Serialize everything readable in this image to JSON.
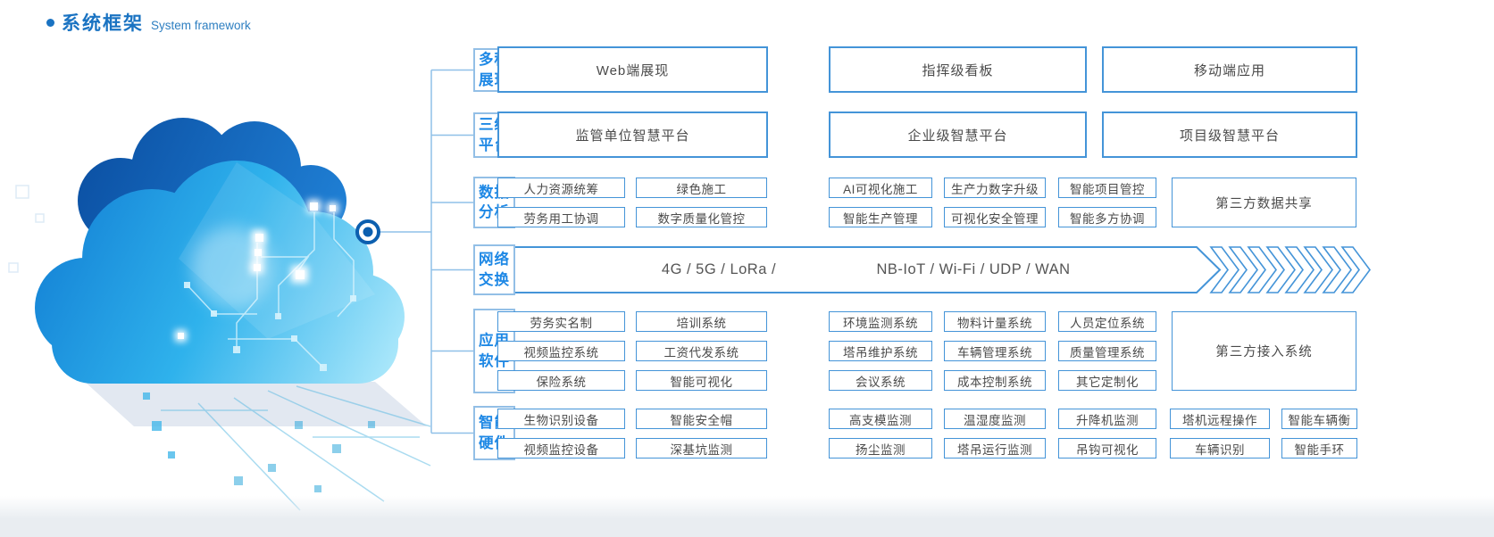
{
  "title": {
    "zh": "系统框架",
    "en": "System framework"
  },
  "colors": {
    "accent_blue": "#1a73c2",
    "category_blue": "#1e88e5",
    "box_border_blue": "#4494d8",
    "connector_blue": "#8fc0e8",
    "node_blue": "#0c5faf"
  },
  "icons": {
    "bullet": "dot-icon",
    "connector_node": "ring-dot-icon",
    "network_flow": "chevron-arrows-icon",
    "cloud": "circuit-cloud-illustration"
  },
  "sections": {
    "display": {
      "label_line1": "多种",
      "label_line2": "展现",
      "boxes": [
        "Web端展现",
        "指挥级看板",
        "移动端应用"
      ]
    },
    "platform": {
      "label_line1": "三级",
      "label_line2": "平台",
      "boxes": [
        "监管单位智慧平台",
        "企业级智慧平台",
        "项目级智慧平台"
      ]
    },
    "data_analysis": {
      "label_line1": "数据",
      "label_line2": "分析",
      "grid": [
        [
          "人力资源统筹",
          "绿色施工",
          "AI可视化施工",
          "生产力数字升级",
          "智能项目管控"
        ],
        [
          "劳务用工协调",
          "数字质量化管控",
          "智能生产管理",
          "可视化安全管理",
          "智能多方协调"
        ]
      ],
      "side_box": "第三方数据共享"
    },
    "network": {
      "label_line1": "网络",
      "label_line2": "交换",
      "band_left": "4G / 5G / LoRa /",
      "band_right": "NB-IoT / Wi-Fi / UDP / WAN"
    },
    "software": {
      "label_line1": "应用",
      "label_line2": "软件",
      "grid": [
        [
          "劳务实名制",
          "培训系统",
          "环境监测系统",
          "物料计量系统",
          "人员定位系统"
        ],
        [
          "视频监控系统",
          "工资代发系统",
          "塔吊维护系统",
          "车辆管理系统",
          "质量管理系统"
        ],
        [
          "保险系统",
          "智能可视化",
          "会议系统",
          "成本控制系统",
          "其它定制化"
        ]
      ],
      "side_box": "第三方接入系统"
    },
    "hardware": {
      "label_line1": "智能",
      "label_line2": "硬件",
      "grid": [
        [
          "生物识别设备",
          "智能安全帽",
          "高支模监测",
          "温湿度监测",
          "升降机监测",
          "塔机远程操作",
          "智能车辆衡"
        ],
        [
          "视频监控设备",
          "深基坑监测",
          "扬尘监测",
          "塔吊运行监测",
          "吊钩可视化",
          "车辆识别",
          "智能手环"
        ]
      ]
    }
  }
}
